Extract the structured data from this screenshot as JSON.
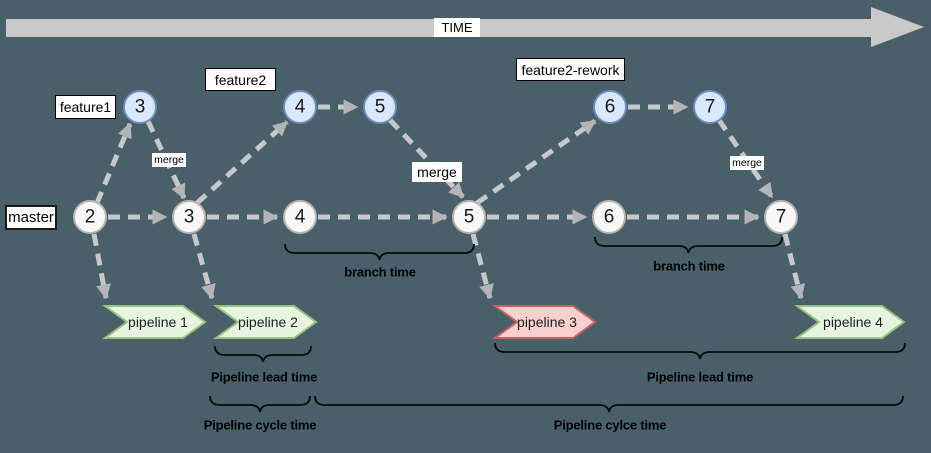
{
  "colors": {
    "background": "#49606b",
    "time_band": "#c9c9c9",
    "connector": "#c8c8c8",
    "arrowhead": "#b4b4b4",
    "brace": "#0a0a0a",
    "feature_node_fill": "#dae8fc",
    "feature_node_stroke": "#6c8ebf",
    "master_node_fill": "#f7f7f7",
    "master_node_stroke": "#b8b5ae",
    "pipeline_green_fill": "#e7f4e0",
    "pipeline_green_stroke": "#94c47d",
    "pipeline_red_fill": "#f8d1cf",
    "pipeline_red_stroke": "#c9605c"
  },
  "time": {
    "label": "TIME"
  },
  "branches": {
    "feature1": "feature1",
    "feature2": "feature2",
    "feature2_rework": "feature2-rework",
    "master": "master"
  },
  "nodes": {
    "feature": [
      "3",
      "4",
      "5",
      "6",
      "7"
    ],
    "master": [
      "2",
      "3",
      "4",
      "5",
      "6",
      "7"
    ]
  },
  "merges": [
    "merge",
    "merge",
    "merge"
  ],
  "pipelines": [
    {
      "label": "pipeline 1",
      "color": "green"
    },
    {
      "label": "pipeline 2",
      "color": "green"
    },
    {
      "label": "pipeline 3",
      "color": "red"
    },
    {
      "label": "pipeline 4",
      "color": "green"
    }
  ],
  "annotations": {
    "branch_time_left": "branch time",
    "branch_time_right": "branch time",
    "pipeline_lead_time_left": "Pipeline lead time",
    "pipeline_lead_time_right": "Pipeline lead time",
    "pipeline_cycle_time_left": "Pipeline cycle time",
    "pipeline_cycle_time_right": "Pipeline cylce time"
  }
}
